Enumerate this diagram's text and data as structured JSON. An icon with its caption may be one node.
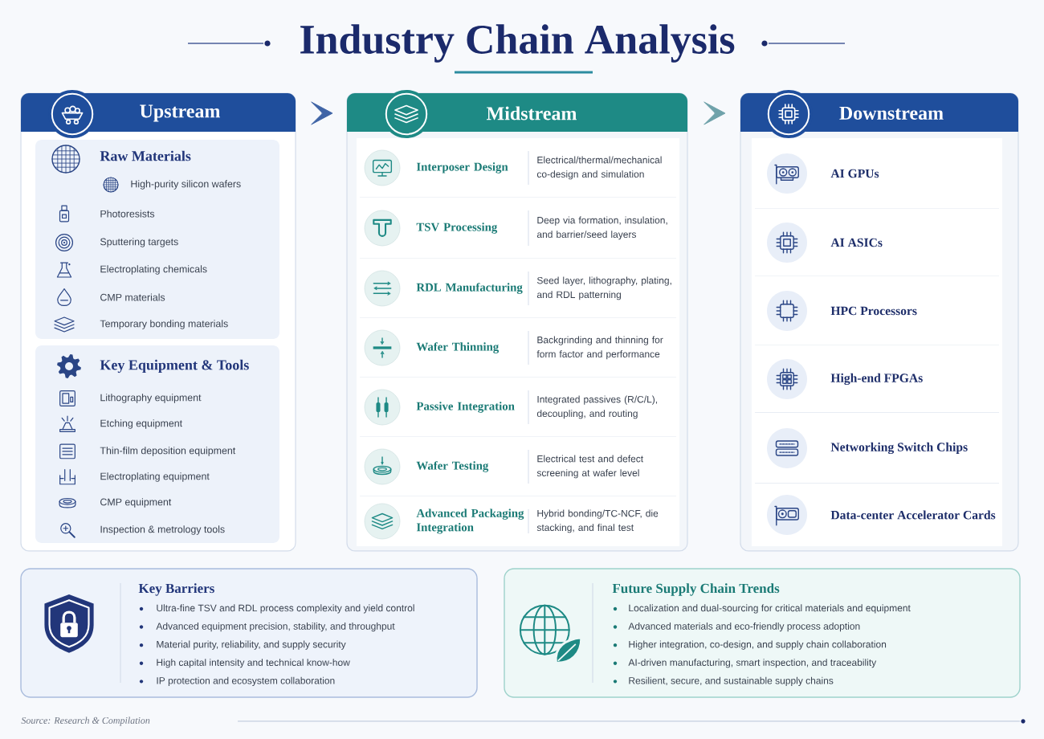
{
  "diagram": {
    "title": "Industry Chain Analysis",
    "nodes": [
      {
        "text": [
          "Upstream"
        ]
      },
      {
        "text": [
          "Raw Materials",
          "High-purity silicon wafers",
          "Photoresists",
          "Sputtering targets",
          "Electroplating chemicals",
          "CMP materials",
          "Temporary bonding materials"
        ],
        "in": 0
      },
      {
        "text": [
          "Key Equipment & Tools",
          "Lithography equipment",
          "Etching equipment",
          "Thin-film deposition equipment",
          "Electroplating equipment",
          "CMP equipment",
          "Inspection & metrology tools"
        ],
        "in": 0
      },
      {
        "text": [
          "Midstream"
        ]
      },
      {
        "text": [
          "Interposer Design",
          "Electrical/thermal/mechanical co-design and simulation"
        ],
        "in": 3
      },
      {
        "text": [
          "TSV Processing",
          "Deep via formation, insulation, and barrier/seed layers"
        ],
        "in": 3
      },
      {
        "text": [
          "RDL Manufacturing",
          "Seed layer, lithography, plating, and RDL patterning"
        ],
        "in": 3
      },
      {
        "text": [
          "Wafer Thinning",
          "Backgrinding and thinning for form factor and performance"
        ],
        "in": 3
      },
      {
        "text": [
          "Passive Integration",
          "Integrated passives (R/C/L), decoupling, and routing"
        ],
        "in": 3
      },
      {
        "text": [
          "Wafer Testing",
          "Electrical test and defect screening at wafer level"
        ],
        "in": 3
      },
      {
        "text": [
          "Advanced Packaging Integration",
          "Hybrid bonding/TC-NCF, die stacking, and final test"
        ],
        "in": 3
      },
      {
        "text": [
          "Downstream"
        ]
      },
      {
        "text": [
          "AI GPUs"
        ],
        "in": 11
      },
      {
        "text": [
          "AI ASICs"
        ],
        "in": 11
      },
      {
        "text": [
          "HPC Processors"
        ],
        "in": 11
      },
      {
        "text": [
          "High-end FPGAs"
        ],
        "in": 11
      },
      {
        "text": [
          "Networking Switch Chips"
        ],
        "in": 11
      },
      {
        "text": [
          "Data-center Accelerator Cards"
        ],
        "in": 11
      },
      {
        "text": [
          "Key Barriers",
          "Ultra-fine TSV and RDL process complexity and yield control",
          "Advanced equipment precision, stability, and throughput",
          "Material purity, reliability, and supply security",
          "High capital intensity and technical know-how",
          "IP protection and ecosystem collaboration"
        ]
      },
      {
        "text": [
          "Future Supply Chain Trends",
          "Localization and dual-sourcing for critical materials and equipment",
          "Advanced materials and eco-friendly process adoption",
          "Higher integration, co-design, and supply chain collaboration",
          "AI-driven manufacturing, smart inspection, and traceability",
          "Resilient, secure, and sustainable supply chains"
        ]
      }
    ],
    "edges": [
      {
        "from": 0,
        "to": 3,
        "arrow": "to"
      },
      {
        "from": 3,
        "to": 11,
        "arrow": "to",
        "color": "#6fa2aa"
      }
    ],
    "labels": [
      "Source: Research & Compilation"
    ]
  }
}
